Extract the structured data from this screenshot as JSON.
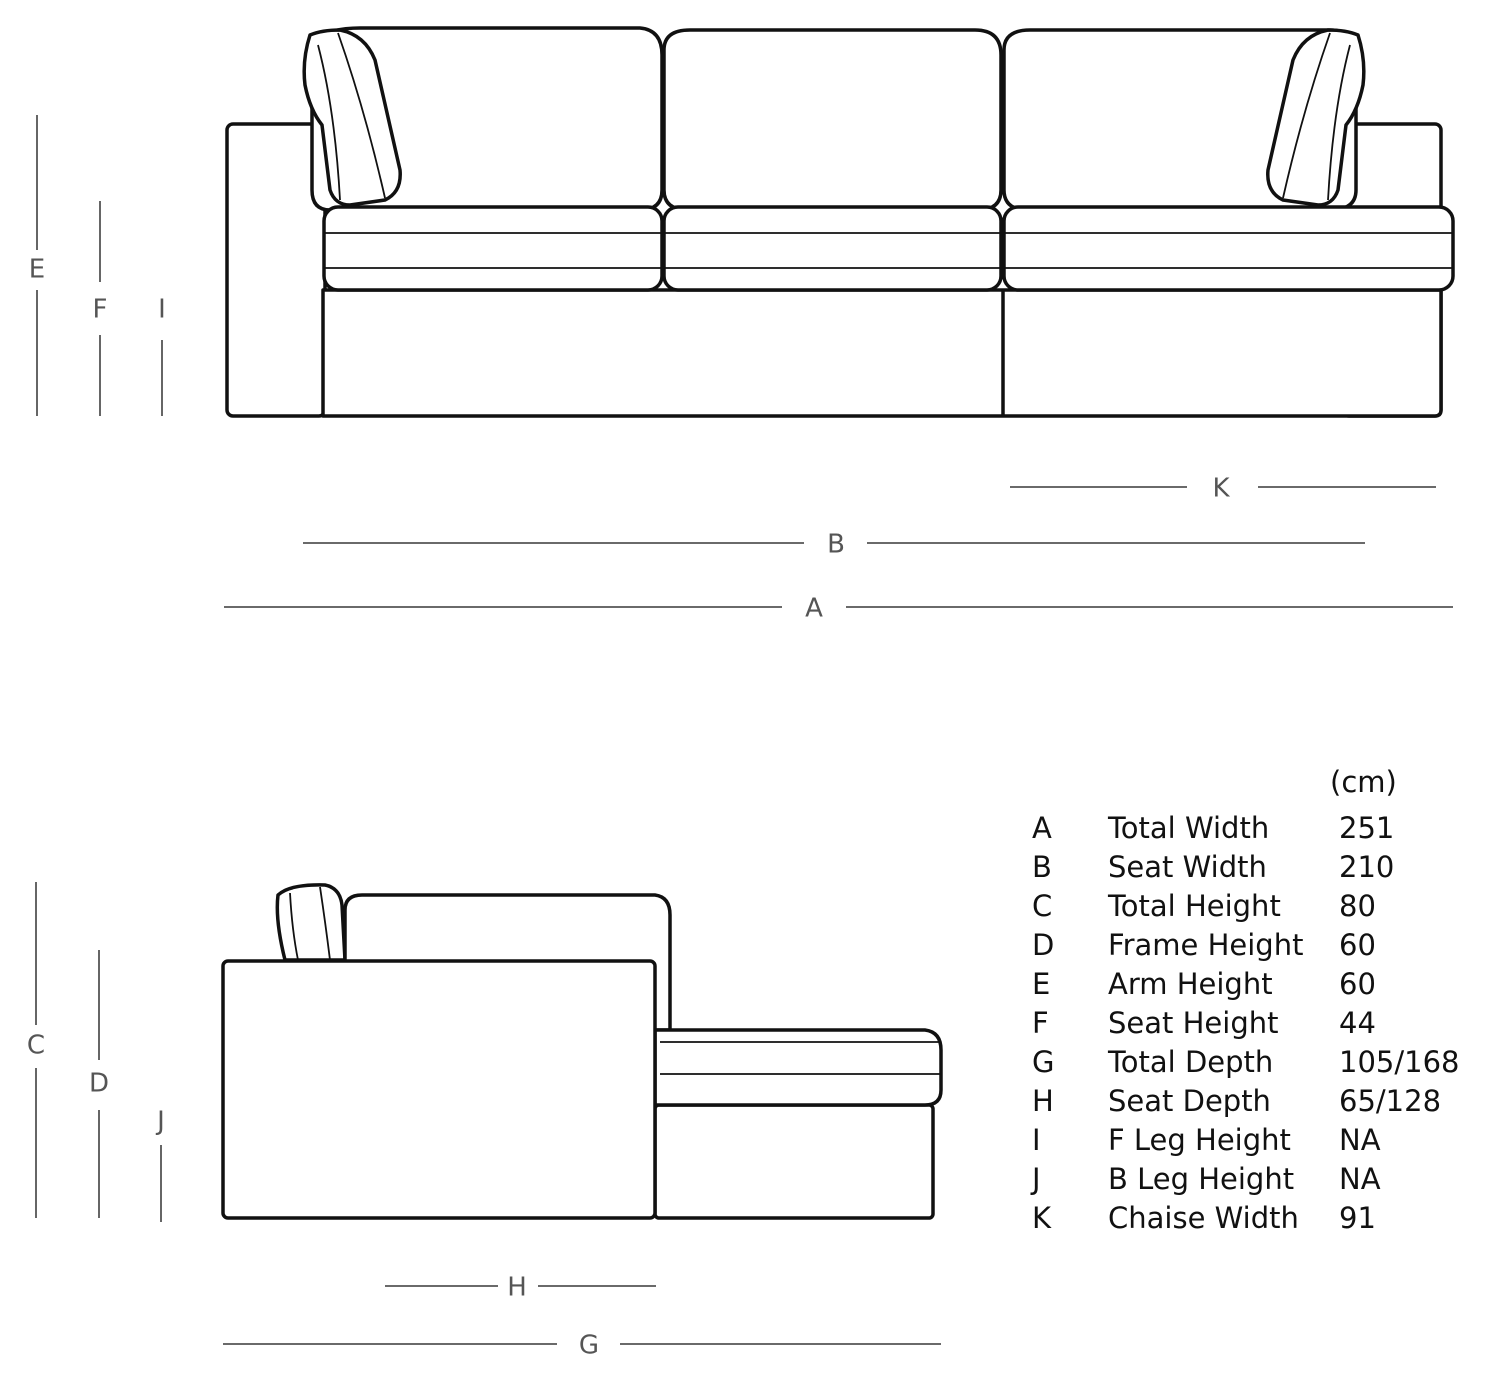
{
  "dimension_labels": {
    "A": "A",
    "B": "B",
    "C": "C",
    "D": "D",
    "E": "E",
    "F": "F",
    "G": "G",
    "H": "H",
    "I": "I",
    "J": "J",
    "K": "K"
  },
  "table": {
    "unit": "(cm)",
    "rows": [
      {
        "letter": "A",
        "name": "Total Width",
        "value": "251"
      },
      {
        "letter": "B",
        "name": "Seat Width",
        "value": "210"
      },
      {
        "letter": "C",
        "name": "Total Height",
        "value": "80"
      },
      {
        "letter": "D",
        "name": "Frame Height",
        "value": "60"
      },
      {
        "letter": "E",
        "name": "Arm Height",
        "value": "60"
      },
      {
        "letter": "F",
        "name": "Seat Height",
        "value": "44"
      },
      {
        "letter": "G",
        "name": "Total Depth",
        "value": "105/168"
      },
      {
        "letter": "H",
        "name": "Seat Depth",
        "value": "65/128"
      },
      {
        "letter": "I",
        "name": "F Leg Height",
        "value": "NA"
      },
      {
        "letter": "J",
        "name": "B Leg Height",
        "value": "NA"
      },
      {
        "letter": "K",
        "name": "Chaise Width",
        "value": "91"
      }
    ]
  }
}
